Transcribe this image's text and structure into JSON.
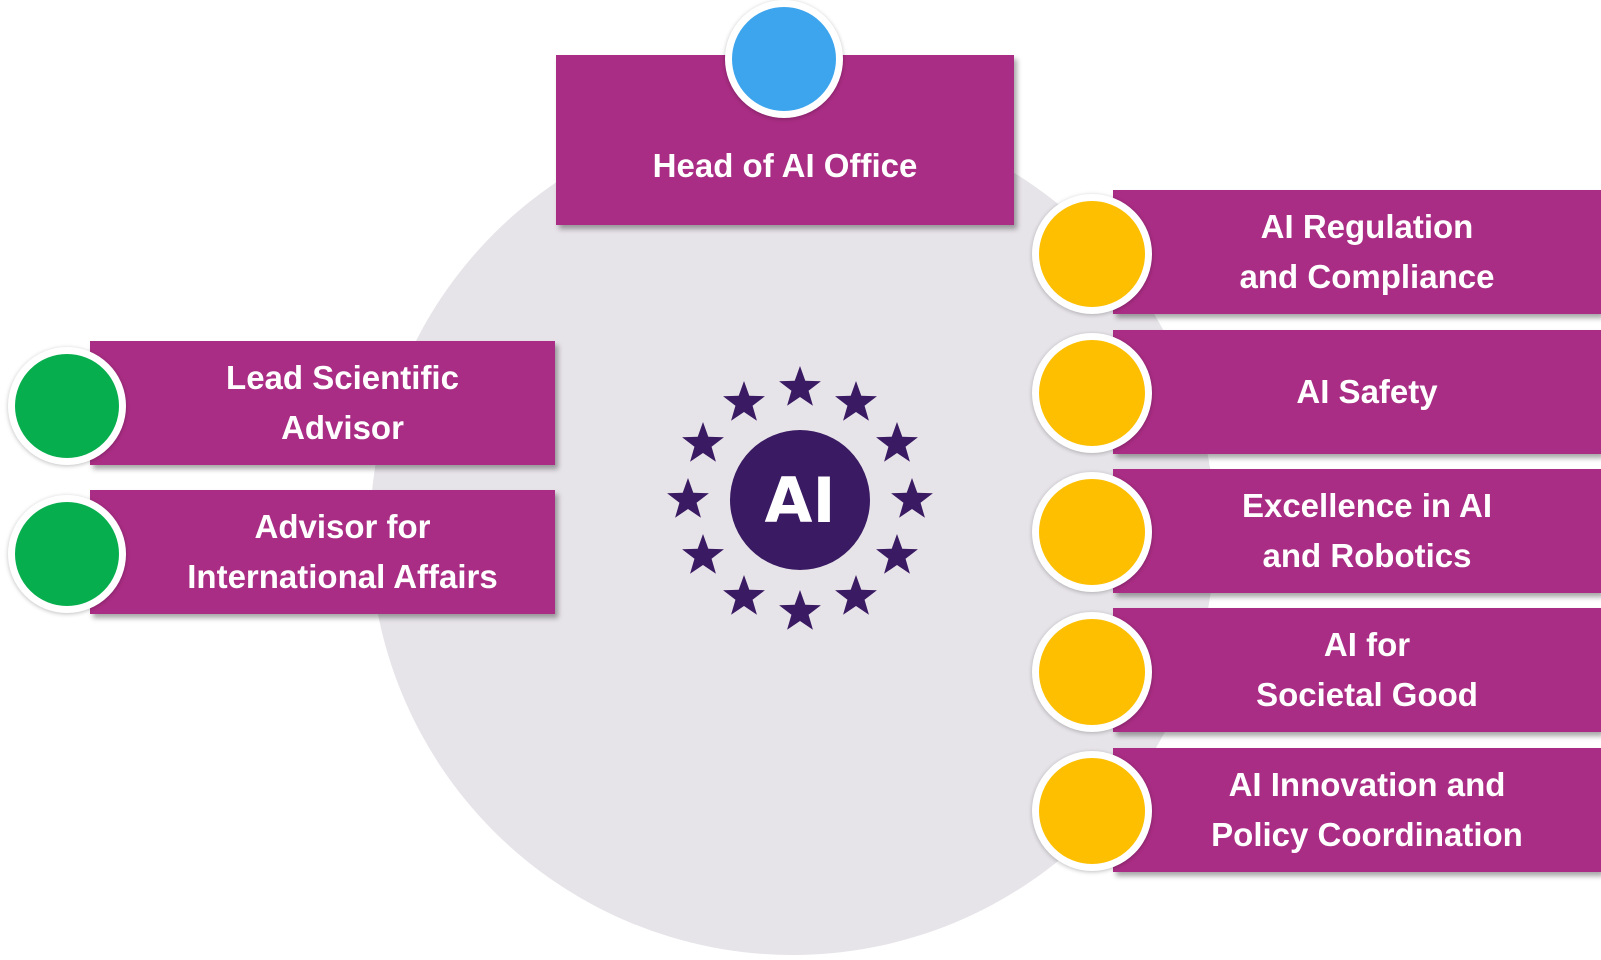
{
  "colors": {
    "box": "#a92d84",
    "head_node": "#3da5ee",
    "advisor_node": "#07ae4e",
    "unit_node": "#fdbf00",
    "logo": "#3a1a63",
    "background_circle": "#e7e4e9"
  },
  "head": {
    "label": "Head of AI Office"
  },
  "logo": {
    "text": "AI",
    "icon": "eu-stars-ai-logo-icon"
  },
  "advisors": [
    {
      "label": "Lead Scientific\nAdvisor"
    },
    {
      "label": "Advisor for\nInternational Affairs"
    }
  ],
  "units": [
    {
      "label": "AI Regulation\nand Compliance"
    },
    {
      "label": "AI Safety"
    },
    {
      "label": "Excellence in AI\nand Robotics"
    },
    {
      "label": "AI for\nSocietal Good"
    },
    {
      "label": "AI Innovation and\nPolicy Coordination"
    }
  ]
}
